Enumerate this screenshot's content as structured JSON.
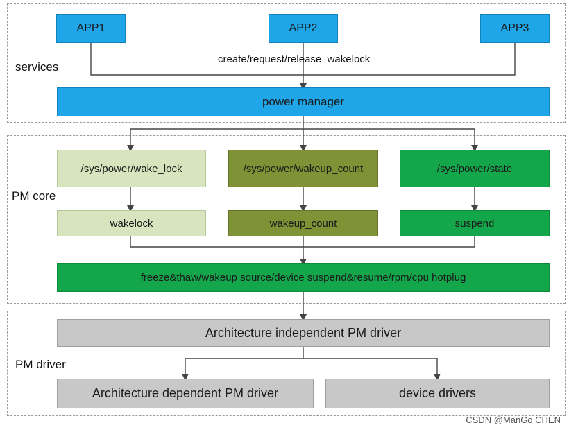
{
  "groups": {
    "services": "services",
    "pm_core": "PM core",
    "pm_driver": "PM driver"
  },
  "apps": [
    "APP1",
    "APP2",
    "APP3"
  ],
  "edge_label": "create/request/release_wakelock",
  "power_manager": "power manager",
  "sysfs": {
    "wake_lock": "/sys/power/wake_lock",
    "wakeup_count": "/sys/power/wakeup_count",
    "state": "/sys/power/state"
  },
  "mechanisms": {
    "wakelock": "wakelock",
    "wakeup_count": "wakeup_count",
    "suspend": "suspend"
  },
  "core_bar": "freeze&thaw/wakeup source/device suspend&resume/rpm/cpu hotplug",
  "drivers": {
    "independent": "Architecture independent PM driver",
    "dependent": "Architecture dependent PM driver",
    "device": "device drivers"
  },
  "watermark": "CSDN @ManGo CHEN",
  "colors": {
    "blue": "#1ea6e8",
    "pale_green": "#d7e4bd",
    "olive": "#7f9236",
    "green": "#14a64a",
    "gray": "#c8c8c8"
  }
}
